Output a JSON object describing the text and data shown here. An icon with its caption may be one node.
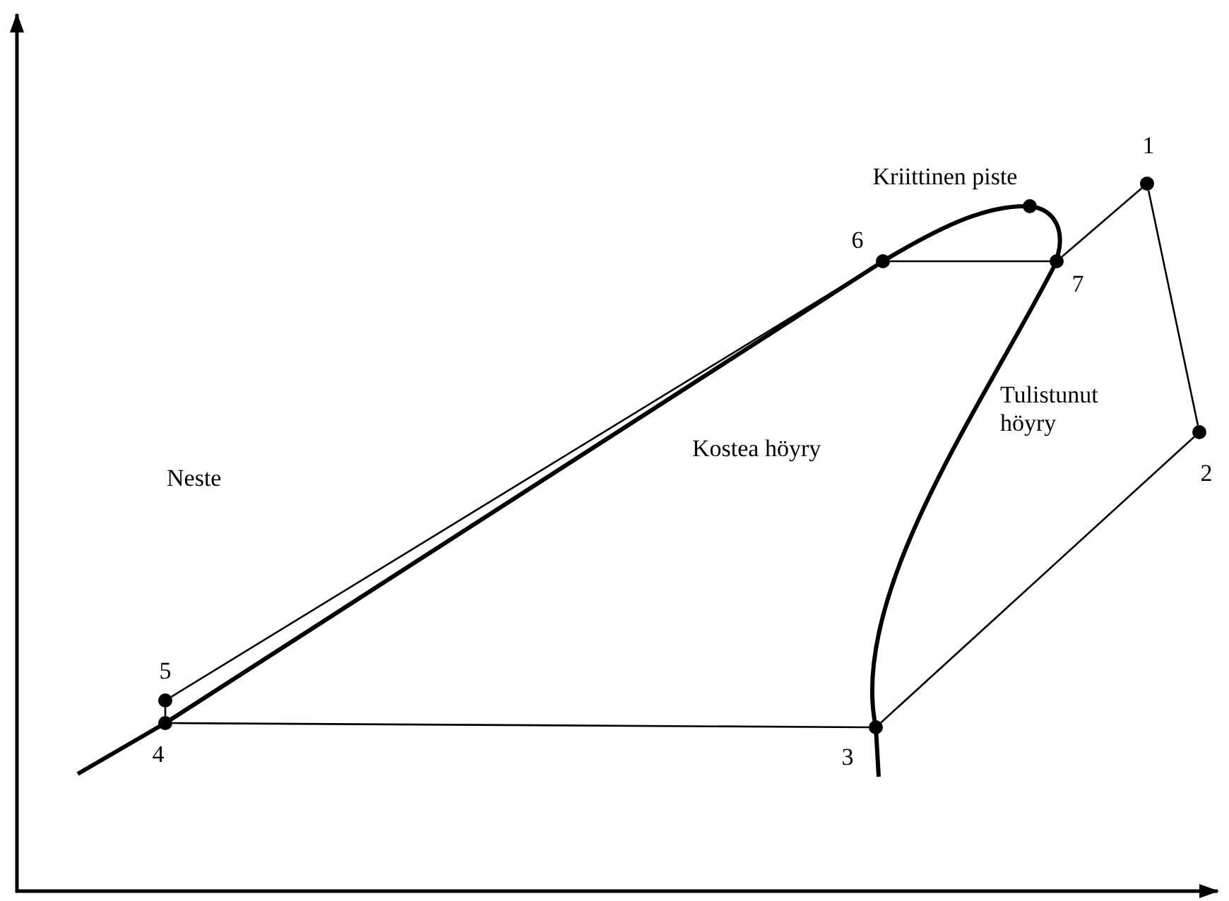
{
  "diagram": {
    "nodes": [
      {
        "text": [],
        "shape": "circle",
        "beside": [
          "1"
        ]
      },
      {
        "text": [],
        "shape": "circle",
        "beside": [
          "2"
        ]
      },
      {
        "text": [],
        "shape": "circle",
        "beside": [
          "3"
        ]
      },
      {
        "text": [],
        "shape": "circle",
        "beside": [
          "4"
        ]
      },
      {
        "text": [],
        "shape": "circle",
        "beside": [
          "5"
        ]
      },
      {
        "text": [],
        "shape": "circle",
        "beside": [
          "6"
        ]
      },
      {
        "text": [],
        "shape": "circle",
        "beside": [
          "Kriittinen piste"
        ]
      },
      {
        "text": [],
        "shape": "circle",
        "beside": [
          "7"
        ]
      }
    ],
    "edges": [
      {
        "from": 0,
        "to": 1,
        "arrow": "none"
      },
      {
        "from": 1,
        "to": 2,
        "arrow": "none"
      },
      {
        "from": 2,
        "to": 3,
        "arrow": "none"
      },
      {
        "from": 3,
        "to": 4,
        "arrow": "none"
      },
      {
        "from": 4,
        "to": 5,
        "arrow": "none"
      },
      {
        "from": 5,
        "to": 7,
        "arrow": "none"
      },
      {
        "from": 7,
        "to": 0,
        "arrow": "none"
      }
    ],
    "labels": [
      "Neste",
      "Kostea höyry",
      "Tulistunut höyry"
    ]
  }
}
